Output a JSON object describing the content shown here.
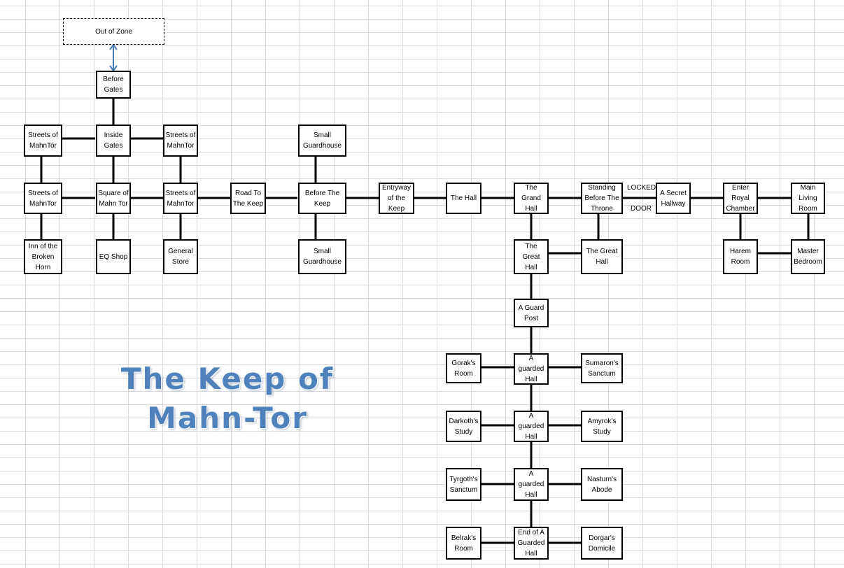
{
  "title": {
    "line1": "The Keep of",
    "line2": "Mahn-Tor"
  },
  "colors": {
    "title": "#4f81bd",
    "zone_arrow": "#4a7ebb",
    "grid": "#d9d9d9"
  },
  "labels": {
    "locked": "LOCKED",
    "door": "DOOR"
  },
  "rooms": {
    "out_of_zone": "Out of Zone",
    "before_gates": "Before Gates",
    "streets_nw": "Streets of MahnTor",
    "inside_gates": "Inside Gates",
    "streets_ne": "Streets of MahnTor",
    "small_guardhouse_n": "Small Guardhouse",
    "streets_w": "Streets of MahnTor",
    "square": "Square of Mahn Tor",
    "streets_e": "Streets of MahnTor",
    "road_to_keep": "Road To The Keep",
    "before_keep": "Before The Keep",
    "entryway": "Entryway of the Keep",
    "the_hall": "The Hall",
    "grand_hall": "The Grand Hall",
    "standing_throne": "Standing Before The Throne",
    "secret_hallway": "A Secret Hallway",
    "enter_royal": "Enter Royal Chamber",
    "main_living": "Main Living Room",
    "inn": "Inn of the Broken Horn",
    "eq_shop": "EQ Shop",
    "general_store": "General Store",
    "small_guardhouse_s": "Small Guardhouse",
    "great_hall_1": "The Great Hall",
    "great_hall_2": "The Great Hall",
    "harem": "Harem Room",
    "master_bedroom": "Master Bedroom",
    "guard_post": "A Guard Post",
    "gorak": "Gorak's Room",
    "guarded_hall_1": "A guarded Hall",
    "sumaron": "Sumaron's Sanctum",
    "darkoth": "Darkoth's Study",
    "guarded_hall_2": "A guarded Hall",
    "amyrok": "Amyrok's Study",
    "tyrgoth": "Tyrgoth's Sanctum",
    "guarded_hall_3": "A guarded Hall",
    "nasturn": "Nasturn's Abode",
    "belrak": "Belrak's Room",
    "end_guarded_hall": "End of A Guarded Hall",
    "dorgar": "Dorgar's Domicile"
  }
}
